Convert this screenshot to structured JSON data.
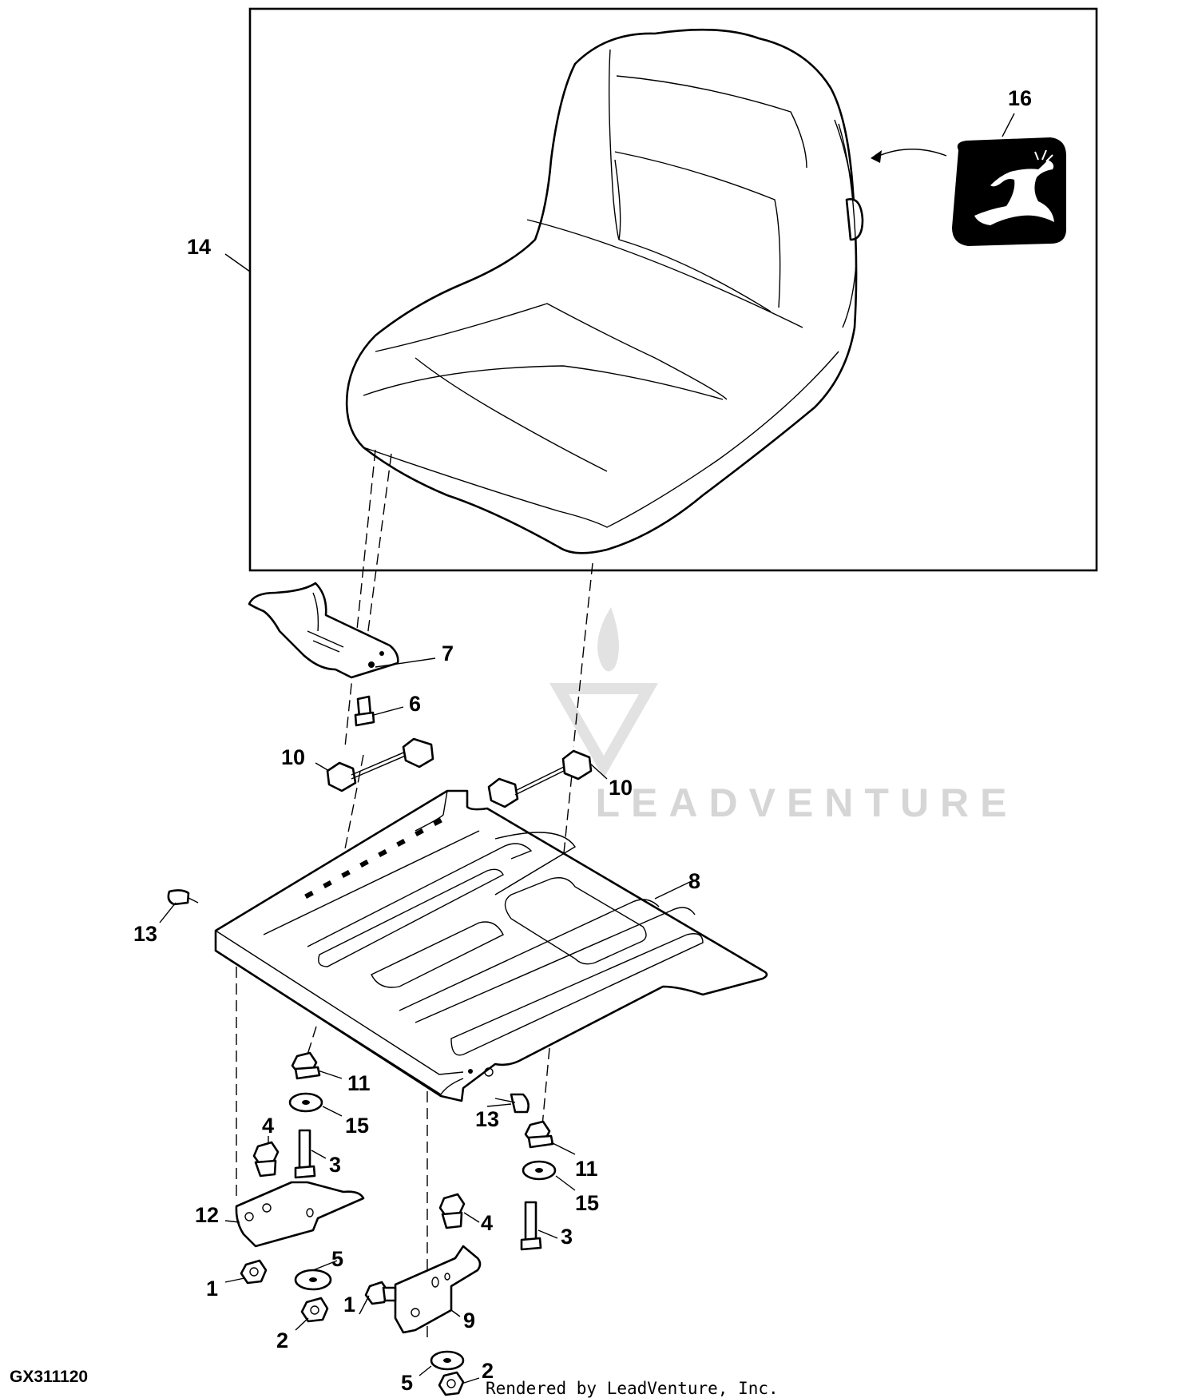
{
  "figure_id": "GX311120",
  "credit": "Rendered by LeadVenture, Inc.",
  "watermark": "LEADVENTURE",
  "callouts": {
    "c14": "14",
    "c16": "16",
    "c7": "7",
    "c6": "6",
    "c10a": "10",
    "c10b": "10",
    "c8": "8",
    "c13a": "13",
    "c13b": "13",
    "c11a": "11",
    "c11b": "11",
    "c15a": "15",
    "c15b": "15",
    "c4a": "4",
    "c4b": "4",
    "c3a": "3",
    "c3b": "3",
    "c12": "12",
    "c5a": "5",
    "c5b": "5",
    "c1a": "1",
    "c1b": "1",
    "c9": "9",
    "c2a": "2",
    "c2b": "2"
  },
  "icons": [
    "deer-logo-decal-icon"
  ]
}
